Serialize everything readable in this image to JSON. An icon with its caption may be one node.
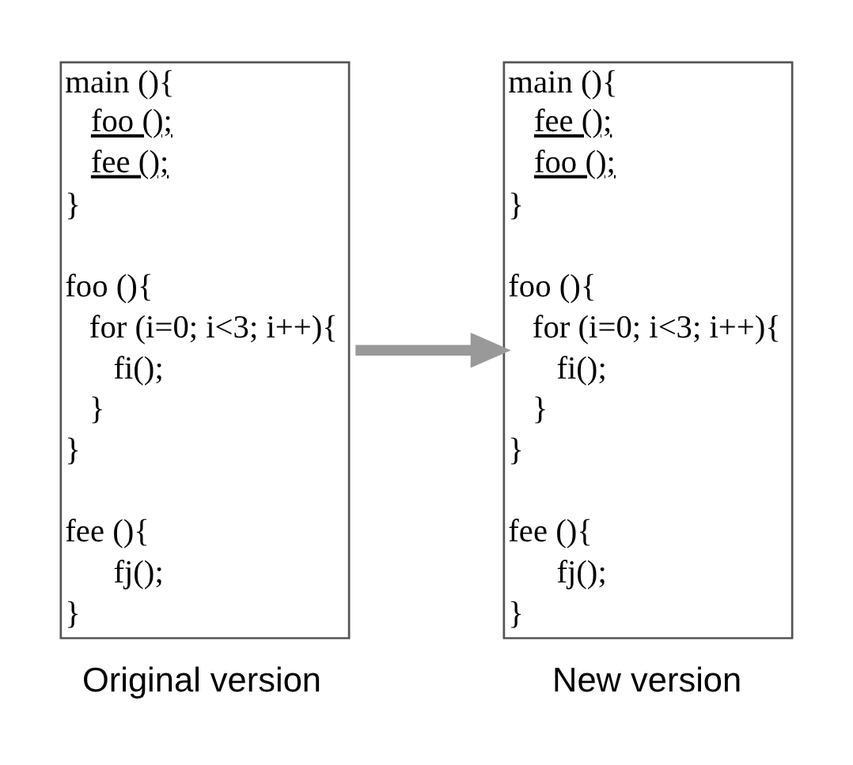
{
  "diagram": {
    "nodes": [
      {
        "text": [
          "main (){",
          "foo ();",
          "fee ();",
          "}",
          "foo (){",
          "for (i=0; i<3; i++){",
          "fi();",
          "}",
          "}",
          "fee (){",
          "fj();",
          "}"
        ],
        "beside": [
          "Original version"
        ]
      },
      {
        "text": [
          "main (){",
          "fee ();",
          "foo ();",
          "}",
          "foo (){",
          "for (i=0; i<3; i++){",
          "fi();",
          "}",
          "}",
          "fee (){",
          "fj();",
          "}"
        ],
        "beside": [
          "New version"
        ]
      }
    ],
    "edges": [
      {
        "from": 0,
        "to": 1,
        "arrow": "to"
      }
    ]
  }
}
